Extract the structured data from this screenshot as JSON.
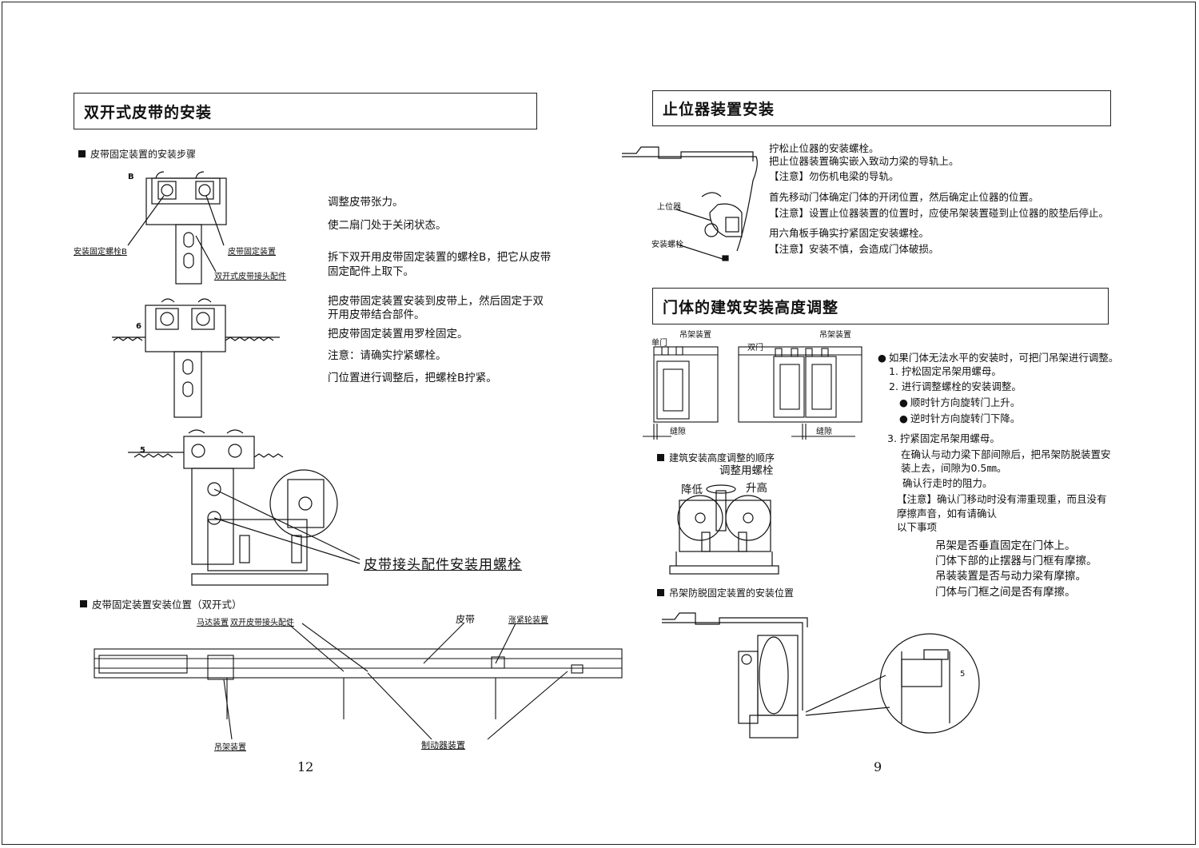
{
  "left": {
    "title": "双开式皮带的安装",
    "sub1": "皮带固定装置的安装步骤",
    "step_b": "B",
    "step_6": "6",
    "step_5": "5",
    "lbl_bolt_b": "安装固定螺栓B",
    "lbl_belt_fix": "皮带固定装置",
    "lbl_joint": "双开式皮带接头配件",
    "lbl_joint_bolt": "皮带接头配件安装用螺栓",
    "instructions": [
      "调整皮带张力。",
      "使二扇门处于关闭状态。",
      "拆下双开用皮带固定装置的螺栓B，把它从皮带",
      "固定配件上取下。",
      "把皮带固定装置安装到皮带上，然后固定于双",
      "开用皮带结合部件。",
      "把皮带固定装置用罗栓固定。",
      "注意：请确实拧紧螺栓。",
      "门位置进行调整后，把螺栓B拧紧。"
    ],
    "sub2": "皮带固定装置安装位置（双开式）",
    "lbl_motor": "马达装置",
    "lbl_joint2": "双开皮带接头配件",
    "lbl_belt": "皮带",
    "lbl_tensioner": "涨紧轮装置",
    "lbl_hanger": "吊架装置",
    "lbl_brake": "制动器装置",
    "page": "12"
  },
  "right": {
    "title1": "止位器装置安装",
    "lbl_stopper": "上位器",
    "lbl_bolt": "安装螺栓",
    "stopper_lines": [
      "拧松止位器的安装螺栓。",
      "把止位器装置确实嵌入致动力梁的导轨上。",
      "【注意】勿伤机电梁的导轨。",
      "首先移动门体确定门体的开闭位置，然后确定止位器的位置。",
      "【注意】设置止位器装置的位置时，应使吊架装置碰到止位器的胶垫后停止。",
      "用六角板手确实拧紧固定安装螺栓。",
      "【注意】安装不慎，会造成门体破损。"
    ],
    "title2": "门体的建筑安装高度调整",
    "lbl_single": "单门",
    "lbl_double": "双门",
    "lbl_hanger_a": "吊架装置",
    "lbl_hanger_b": "吊架装置",
    "lbl_gap_a": "缝隙",
    "lbl_gap_b": "缝隙",
    "adjust_lines": [
      "如果门体无法水平的安装时，可把门吊架进行调整。",
      "1. 拧松固定吊架用螺母。",
      "2. 进行调整螺栓的安装调整。",
      "顺时针方向旋转门上升。",
      "逆时针方向旋转门下降。",
      "3. 拧紧固定吊架用螺母。",
      "在确认与动力梁下部间隙后，把吊架防脱装置安",
      "装上去，间隙为0.5㎜。",
      "确认行走时的阻力。",
      "【注意】确认门移动时没有滞重现重，而且没有",
      "摩擦声音，如有请确认",
      "以下事项"
    ],
    "check_lines": [
      "吊架是否垂直固定在门体上。",
      "门体下部的止摆器与门框有摩擦。",
      "吊装装置是否与动力梁有摩擦。",
      "门体与门框之间是否有摩擦。"
    ],
    "sub3": "建筑安装高度调整的顺序",
    "lbl_adj_bolt": "调整用螺栓",
    "lbl_lower": "降低",
    "lbl_raise": "升高",
    "sub4": "吊架防脱固定装置的安装位置",
    "lbl_5": "5",
    "page": "9"
  }
}
